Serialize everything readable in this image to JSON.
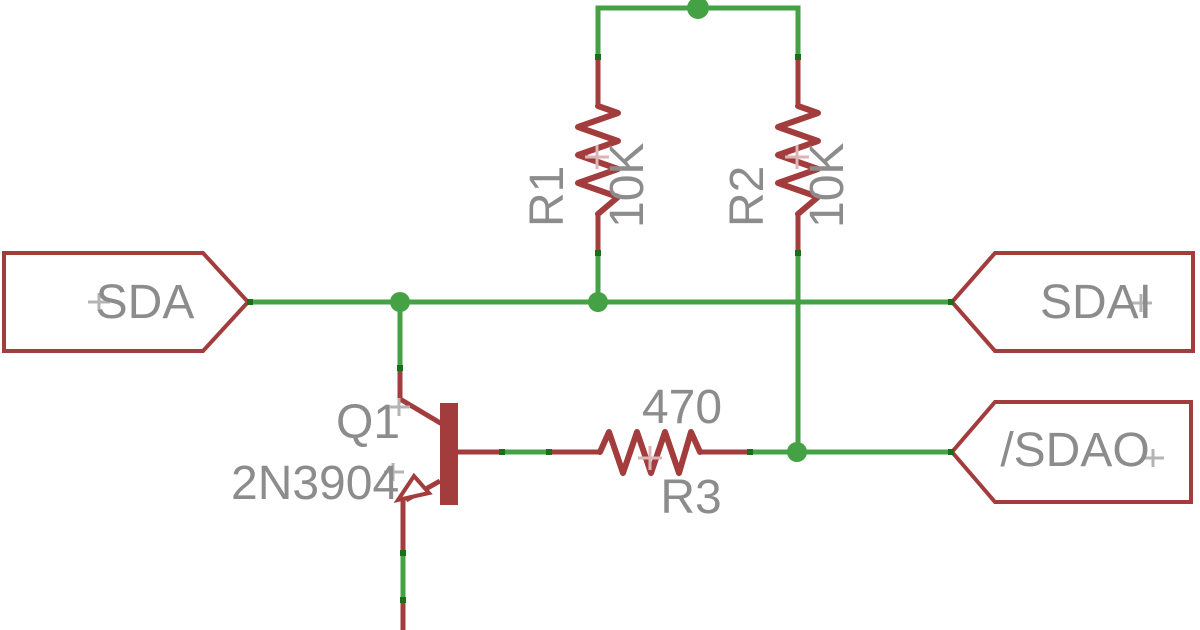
{
  "schematic": {
    "nets": {
      "sda": {
        "label": "SDA"
      },
      "sdai": {
        "label": "SDAI"
      },
      "sdao": {
        "label": "/SDAO"
      }
    },
    "parts": {
      "r1": {
        "name": "R1",
        "value": "10K"
      },
      "r2": {
        "name": "R2",
        "value": "10K"
      },
      "r3": {
        "name": "R3",
        "value": "470"
      },
      "q1": {
        "name": "Q1",
        "value": "2N3904"
      }
    },
    "colors": {
      "wire": "#44a244",
      "symbol": "#a33c3c",
      "label_text": "#8c8c8c",
      "part_origin_cross": "#dcb6b6",
      "text_anchor_cross": "#b4b4b4",
      "background": "#ffffff"
    }
  }
}
